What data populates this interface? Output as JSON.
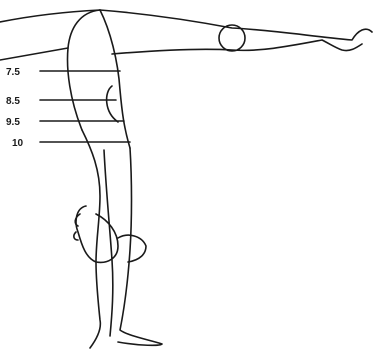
{
  "diagram": {
    "colors": {
      "line": "#1a1a1a",
      "background": "#ffffff"
    },
    "measurement_labels": [
      {
        "id": "m75",
        "text": "7.5"
      },
      {
        "id": "m85",
        "text": "8.5"
      },
      {
        "id": "m95",
        "text": "9.5"
      },
      {
        "id": "m10",
        "text": "10"
      }
    ]
  }
}
